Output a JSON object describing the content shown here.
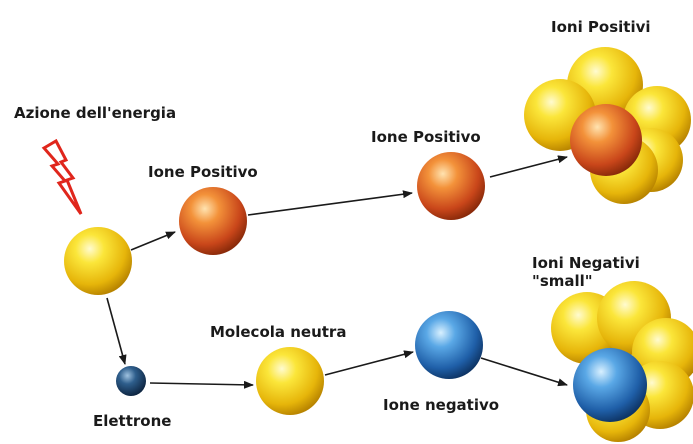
{
  "labels": {
    "energy_action": "Azione dell'energia",
    "positive_ion_1": "Ione Positivo",
    "positive_ion_2": "Ione Positivo",
    "positive_ions": "Ioni Positivi",
    "neutral_molecule": "Molecola neutra",
    "electron": "Elettrone",
    "negative_ion": "Ione negativo",
    "negative_ions_line1": "Ioni Negativi",
    "negative_ions_line2": "\"small\""
  },
  "colors": {
    "yellow": "#f2d21a",
    "orange": "#d8641e",
    "blue": "#2f7fc6",
    "lightning": "#e0261c",
    "arrow": "#1a1a1a"
  },
  "icons": [
    "lightning-bolt-icon"
  ]
}
